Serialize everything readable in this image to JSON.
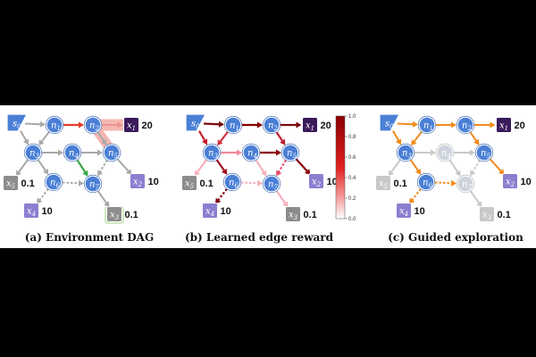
{
  "panels": [
    {
      "id": "a",
      "caption": "(a) Environment DAG"
    },
    {
      "id": "b",
      "caption": "(b) Learned edge reward"
    },
    {
      "id": "c",
      "caption": "(c) Guided exploration"
    }
  ],
  "nodes": [
    {
      "id": "s0",
      "base": "s",
      "sub": "0"
    },
    {
      "id": "n1",
      "base": "n",
      "sub": "1"
    },
    {
      "id": "n2",
      "base": "n",
      "sub": "2"
    },
    {
      "id": "n3",
      "base": "n",
      "sub": "3"
    },
    {
      "id": "n4",
      "base": "n",
      "sub": "4"
    },
    {
      "id": "n5",
      "base": "n",
      "sub": "5"
    },
    {
      "id": "n6",
      "base": "n",
      "sub": "6"
    },
    {
      "id": "n7",
      "base": "n",
      "sub": "7"
    }
  ],
  "terminals": [
    {
      "id": "x1",
      "base": "x",
      "sub": "1",
      "reward": "20"
    },
    {
      "id": "x2",
      "base": "x",
      "sub": "2",
      "reward": "10"
    },
    {
      "id": "x3",
      "base": "x",
      "sub": "3",
      "reward": "0.1"
    },
    {
      "id": "x4",
      "base": "x",
      "sub": "4",
      "reward": "10"
    },
    {
      "id": "x5",
      "base": "x",
      "sub": "5",
      "reward": "0.1"
    }
  ],
  "colorbar": {
    "ticks": [
      "1.0",
      "0.8",
      "0.6",
      "0.4",
      "0.2",
      "0.0"
    ],
    "color_high": "#8b0000",
    "color_low": "#ffffff"
  },
  "colors": {
    "node_fill": "#4a7fd6",
    "edge_gray": "#a8a8a8",
    "edge_optimal": "#e23a2a",
    "edge_green": "#3aa646",
    "edge_orange": "#f08a1a",
    "terminal_high": "#3a1a5a",
    "terminal_mid": "#8b7fd0",
    "terminal_low": "#8c8c8c",
    "terminal_low_faded": "#c8c8c8",
    "highlight": "#f2a09a"
  }
}
